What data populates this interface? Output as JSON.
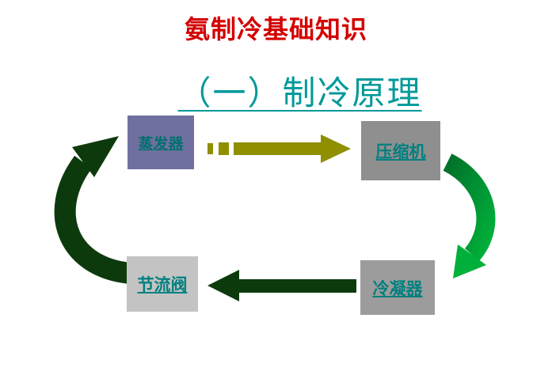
{
  "slide": {
    "title": "氨制冷基础知识",
    "subtitle": "（一）制冷原理"
  },
  "diagram": {
    "nodes": [
      {
        "id": "evaporator",
        "label": "蒸发器"
      },
      {
        "id": "compressor",
        "label": "压缩机"
      },
      {
        "id": "condenser",
        "label": "冷凝器"
      },
      {
        "id": "throttle-valve",
        "label": "节流阀"
      }
    ],
    "edges": [
      {
        "from": "evaporator",
        "to": "compressor"
      },
      {
        "from": "compressor",
        "to": "condenser"
      },
      {
        "from": "condenser",
        "to": "throttle-valve"
      },
      {
        "from": "throttle-valve",
        "to": "evaporator"
      }
    ]
  },
  "colors": {
    "title_red": "#d40000",
    "subtitle_teal": "#009999",
    "link_teal": "#008080",
    "evaporator_link_teal": "#007070",
    "evaporator_box": "#7070a0",
    "compressor_box": "#8f8f8f",
    "condenser_box": "#9c9c9c",
    "throttle_box": "#c3c3c3",
    "arrow_olive": "#8f8f00",
    "arrow_green": "#00b03a",
    "arrow_green_dark": "#00702a",
    "arrow_dark_green": "#0d3a0d"
  }
}
